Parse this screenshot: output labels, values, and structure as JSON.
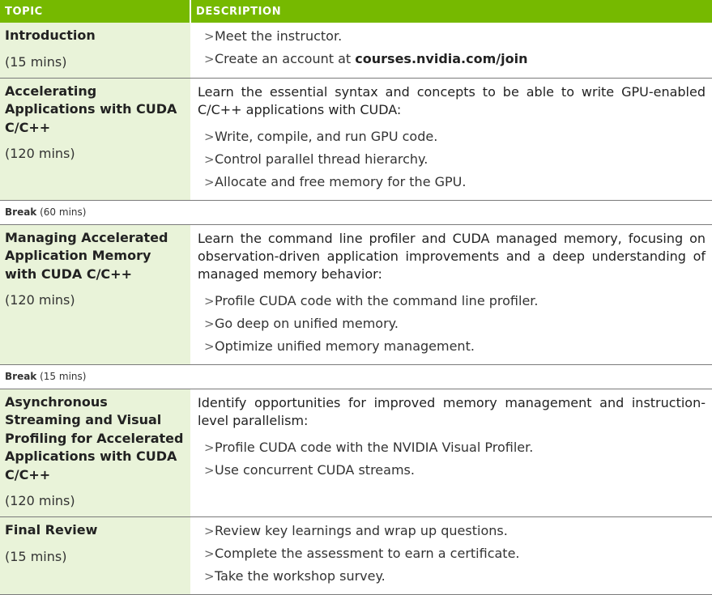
{
  "header": {
    "topic": "TOPIC",
    "description": "DESCRIPTION"
  },
  "rows": [
    {
      "kind": "topic",
      "title": "Introduction",
      "duration": "(15 mins)",
      "lead": "",
      "bullets": [
        "Meet the instructor.",
        "Create an account at "
      ],
      "link": "courses.nvidia.com/join"
    },
    {
      "kind": "topic",
      "title": "Accelerating Applications with CUDA C/C++",
      "duration": "(120 mins)",
      "lead": "Learn the essential syntax and concepts to be able to write GPU-enabled C/C++ applications with CUDA:",
      "bullets": [
        "Write, compile, and run GPU code.",
        "Control parallel thread hierarchy.",
        "Allocate and free memory for the GPU."
      ]
    },
    {
      "kind": "break",
      "label": "Break",
      "duration": "(60 mins)"
    },
    {
      "kind": "topic",
      "title": "Managing Accelerated Application Memory with CUDA C/C++",
      "duration": "(120 mins)",
      "lead": "Learn the command line profiler and CUDA managed memory, focusing on observation-driven application improvements and a deep understanding of managed memory behavior:",
      "bullets": [
        "Profile CUDA code with the command line profiler.",
        "Go deep on unified memory.",
        "Optimize unified memory management."
      ]
    },
    {
      "kind": "break",
      "label": "Break",
      "duration": "(15 mins)"
    },
    {
      "kind": "topic",
      "title": "Asynchronous Streaming and Visual Profiling for Accelerated Applications with CUDA C/C++",
      "duration": "(120 mins)",
      "lead": "Identify opportunities for improved memory management and instruction-level parallelism:",
      "bullets": [
        "Profile CUDA code with the NVIDIA Visual Profiler.",
        "Use concurrent CUDA streams."
      ]
    },
    {
      "kind": "topic",
      "title": "Final Review",
      "duration": "(15 mins)",
      "lead": "",
      "bullets": [
        "Review key learnings and wrap up questions.",
        "Complete the assessment to earn a certificate.",
        "Take the workshop survey."
      ]
    }
  ],
  "colors": {
    "header_bg": "#76b900",
    "topic_bg": "#e9f3d9",
    "rule": "#7a7a7a"
  },
  "icons": {
    "bullet": "caret-right-icon"
  }
}
